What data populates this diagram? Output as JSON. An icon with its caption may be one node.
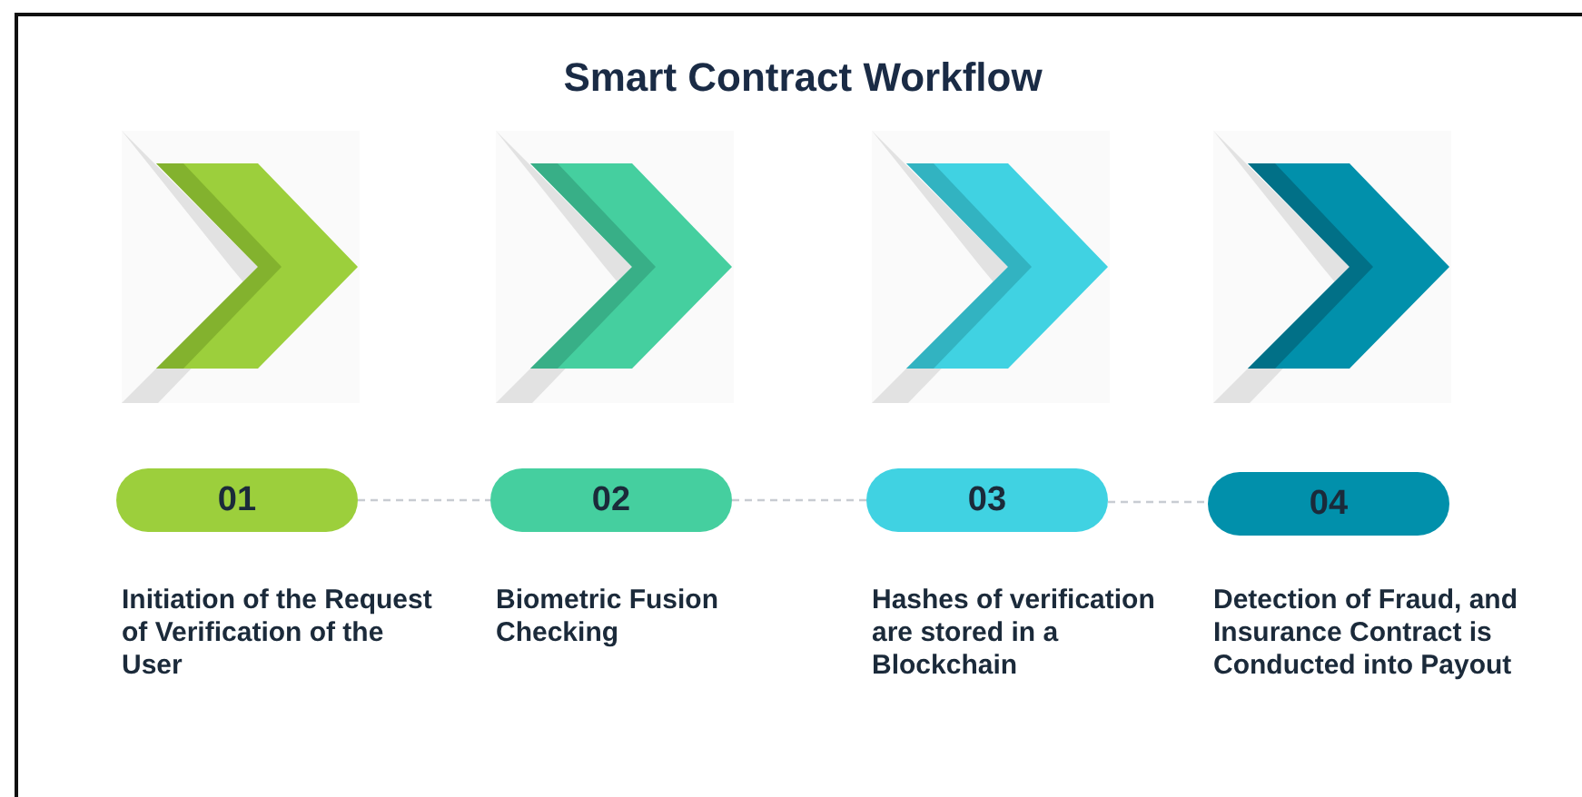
{
  "diagram": {
    "title": "Smart Contract Workflow",
    "nodes": [
      {
        "text": [
          "01"
        ],
        "beside": [
          "Initiation of the Request of Verification of the User"
        ]
      },
      {
        "text": [
          "02"
        ],
        "beside": [
          "Biometric Fusion Checking"
        ]
      },
      {
        "text": [
          "03"
        ],
        "beside": [
          "Hashes of verification are stored in a Blockchain"
        ]
      },
      {
        "text": [
          "04"
        ],
        "beside": [
          "Detection of Fraud, and Insurance Contract is Conducted into Payout"
        ]
      }
    ],
    "edges": [
      {
        "from": 0,
        "to": 1,
        "arrow": "none",
        "style": "dashed"
      },
      {
        "from": 1,
        "to": 2,
        "arrow": "none",
        "style": "dashed"
      },
      {
        "from": 2,
        "to": 3,
        "arrow": "none",
        "style": "dashed"
      }
    ]
  }
}
